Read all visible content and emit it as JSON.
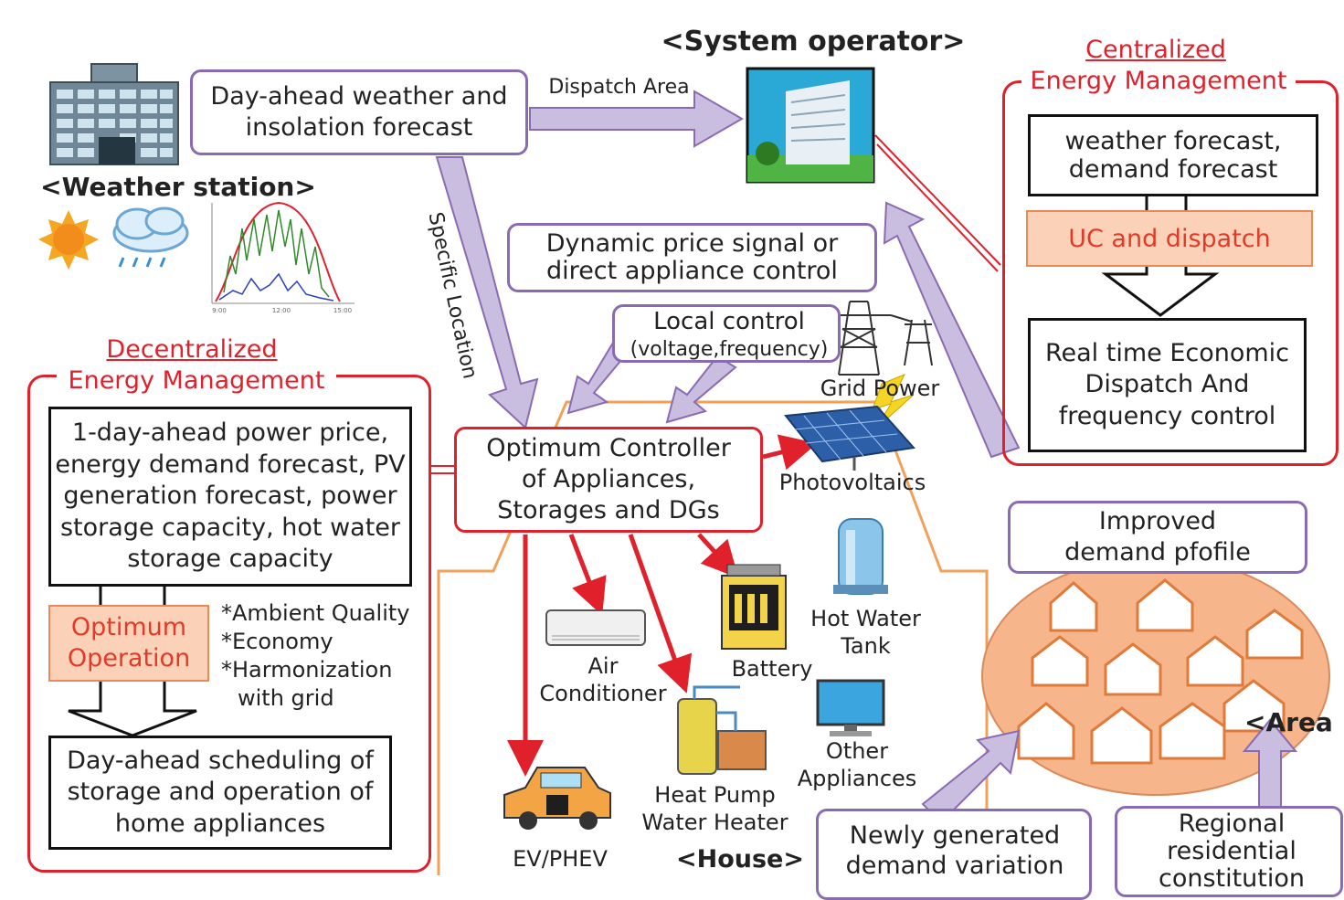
{
  "weather_station": {
    "forecast_box": "Day-ahead weather and insolation forecast",
    "label": "<Weather station>",
    "chart_ticks": [
      "9:00",
      "12:00",
      "15:00"
    ]
  },
  "system_operator": {
    "label": "<System operator>",
    "dispatch_area": "Dispatch Area",
    "specific_location": "Specific Location"
  },
  "centralized": {
    "title_line1": "Centralized",
    "title_line2": "Energy Management",
    "box1": "weather forecast, demand forecast",
    "box2": "UC and dispatch",
    "box3": "Real time Economic Dispatch And frequency control"
  },
  "signals": {
    "dynamic_price": "Dynamic price signal or direct appliance control",
    "local_control_line1": "Local control",
    "local_control_line2": "(voltage,frequency)",
    "grid_power": "Grid Power"
  },
  "decentralized": {
    "title_line1": "Decentralized",
    "title_line2": "Energy Management",
    "box1": "1-day-ahead power price, energy demand forecast, PV generation forecast, power storage capacity, hot water storage capacity",
    "optimum": "Optimum Operation",
    "criteria": [
      "*Ambient Quality",
      "*Economy",
      "*Harmonization",
      "with grid"
    ],
    "box2": "Day-ahead scheduling of storage and operation of home appliances"
  },
  "house": {
    "controller": "Optimum Controller of Appliances, Storages and DGs",
    "label": "<House>",
    "appliances": {
      "pv": "Photovoltaics",
      "hot_water": "Hot Water Tank",
      "battery": "Battery",
      "air_conditioner": "Air Conditioner",
      "heat_pump": "Heat Pump Water Heater",
      "other": "Other Appliances",
      "ev": "EV/PHEV"
    }
  },
  "area": {
    "improved": "Improved demand pfofile",
    "label": "<Area",
    "newly": "Newly generated demand variation",
    "regional": "Regional residential constitution"
  },
  "colors": {
    "accent_red": "#e0212c",
    "purple_border": "#8a6bb3",
    "arrow_fill": "#c9bde0",
    "orange_fill": "#fbd2b8",
    "house_outline": "#f2a15a"
  }
}
